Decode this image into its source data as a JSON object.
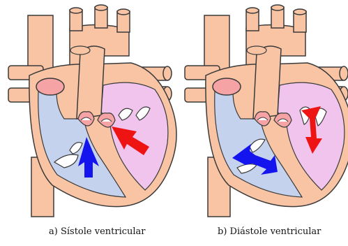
{
  "captions": {
    "systole": "a) Sístole ventricular",
    "diastole": "b) Diástole ventricular"
  },
  "colors": {
    "tissue": "#f8c4a4",
    "outline": "#3a3a3a",
    "right_heart_blood": "#c4d2ee",
    "left_heart_blood": "#f0c4ec",
    "valve_fill": "#f6a3a6",
    "deoxygenated_arrow": "#1414ee",
    "oxygenated_arrow": "#ee1414",
    "valve_leaflet": "#ffffff"
  },
  "panels": [
    {
      "id": "systole",
      "deoxygenated_arrow_icon": "blue-arrow-up-icon",
      "oxygenated_arrow_icon": "red-arrow-up-left-icon"
    },
    {
      "id": "diastole",
      "deoxygenated_arrow_icon": "blue-arrow-double-icon",
      "oxygenated_arrow_icon": "red-arrow-down-icon"
    }
  ]
}
